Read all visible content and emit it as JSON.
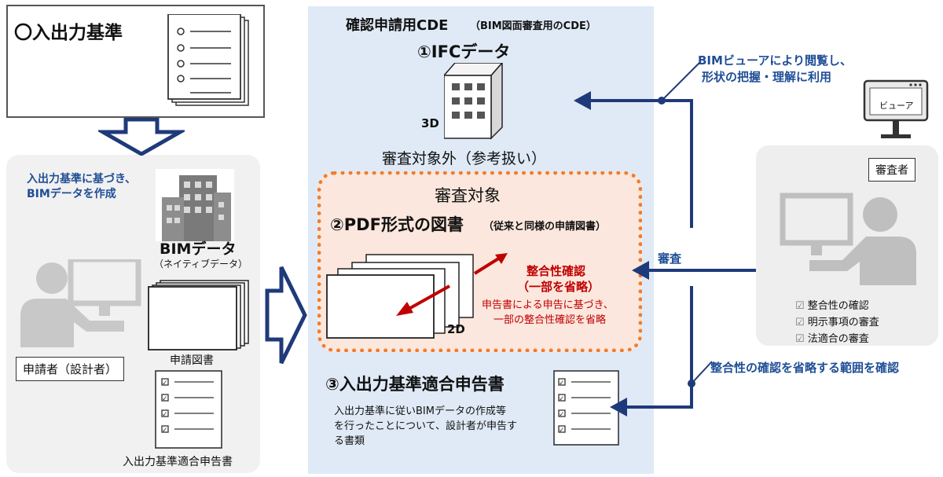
{
  "input_output": {
    "title": "〇入出力基準"
  },
  "left": {
    "note_line1": "入出力基準に基づき、",
    "note_line2": "BIMデータを作成",
    "bim_title": "BIMデータ",
    "bim_sub": "（ネイティブデータ）",
    "drawings_label": "申請図書",
    "form_label": "入出力基準適合申告書",
    "applicant_label": "申請者（設計者）"
  },
  "center": {
    "cde_title": "確認申請用CDE",
    "cde_sub": "（BIM図面審査用のCDE）",
    "ifc_title": "①IFCデータ",
    "label_3d": "3D",
    "out_of_scope": "審査対象外（参考扱い）",
    "review_title": "審査対象",
    "pdf_title": "②PDF形式の図書",
    "pdf_sub": "（従来と同様の申請図書）",
    "label_2d": "2D",
    "consistency_title": "整合性確認",
    "consistency_sub": "（一部を省略）",
    "consistency_desc1": "申告書による申告に基づき、",
    "consistency_desc2": "一部の整合性確認を省略",
    "form3_title": "③入出力基準適合申告書",
    "form3_desc1": "入出力基準に従いBIMデータの作成等",
    "form3_desc2": "を行ったことについて、設計者が申告す",
    "form3_desc3": "る書類"
  },
  "right": {
    "viewer_note1": "BIMビューアにより閲覧し、",
    "viewer_note2": "形状の把握・理解に利用",
    "viewer_label": "ビューア",
    "reviewer_label": "審査者",
    "review_arrow_label": "審査",
    "checklist": [
      "整合性の確認",
      "明示事項の審査",
      "法適合の審査"
    ],
    "bottom_note": "整合性の確認を省略する範囲を確認"
  },
  "colors": {
    "navy": "#1f3a7a",
    "blue_text": "#1f4e96",
    "red_text": "#c00000",
    "orange": "#ee7d31"
  }
}
